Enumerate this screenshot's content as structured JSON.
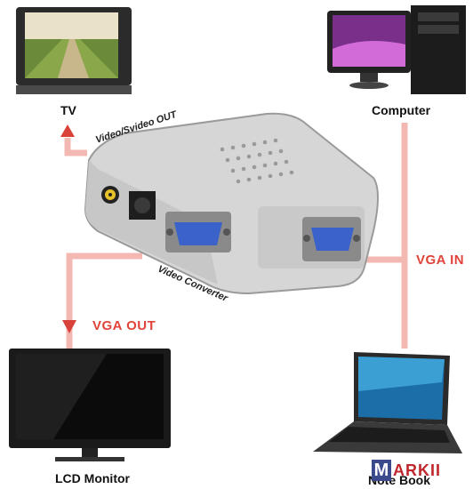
{
  "labels": {
    "tv": "TV",
    "computer": "Computer",
    "lcd_monitor": "LCD Monitor",
    "notebook": "Note Book",
    "video_out": "Video/Svideo OUT",
    "video_converter": "Video Converter",
    "vga_in": "VGA IN",
    "vga_out": "VGA OUT"
  },
  "logo": {
    "letter": "M",
    "text": "ARKII"
  },
  "colors": {
    "connector_line": "#f4b3ad",
    "arrow": "#d9423a",
    "device_body": "#d8d8d8",
    "vga_port": "#3a62c9"
  }
}
